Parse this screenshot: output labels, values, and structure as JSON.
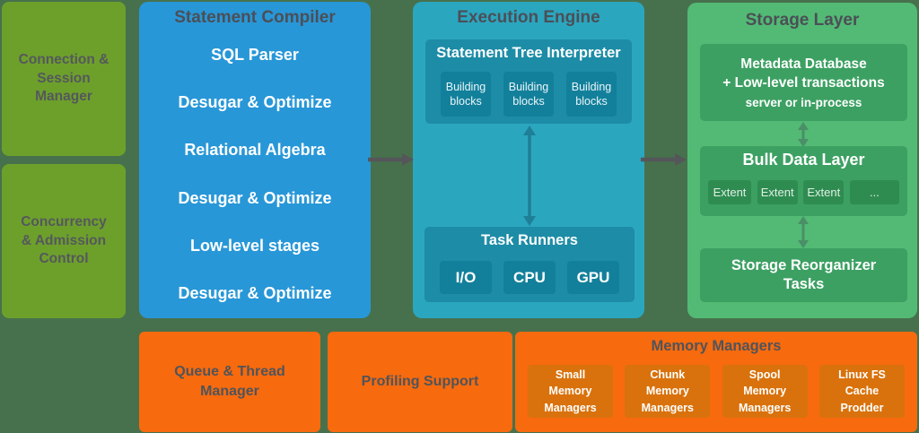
{
  "left_column": {
    "boxes": [
      {
        "label": "Connection & Session Manager"
      },
      {
        "label": "Concurrency & Admission Control"
      }
    ]
  },
  "compiler": {
    "title": "Statement Compiler",
    "stages": [
      "SQL Parser",
      "Desugar & Optimize",
      "Relational Algebra",
      "Desugar & Optimize",
      "Low-level stages",
      "Desugar & Optimize"
    ]
  },
  "engine": {
    "title": "Execution Engine",
    "interpreter": {
      "title": "Statement Tree Interpreter",
      "blocks": [
        "Building blocks",
        "Building blocks",
        "Building blocks"
      ]
    },
    "task_runners": {
      "title": "Task Runners",
      "runners": [
        "I/O",
        "CPU",
        "GPU"
      ]
    }
  },
  "storage": {
    "title": "Storage Layer",
    "metadata": {
      "line1": "Metadata Database",
      "line2": "+ Low-level transactions",
      "subtitle": "server or in-process"
    },
    "bulk": {
      "title": "Bulk Data Layer",
      "extents": [
        "Extent",
        "Extent",
        "Extent",
        "..."
      ]
    },
    "reorganizer": {
      "label": "Storage Reorganizer Tasks"
    }
  },
  "bottom": {
    "queue": "Queue & Thread Manager",
    "profiling": "Profiling Support",
    "memory": {
      "title": "Memory Managers",
      "managers": [
        "Small Memory Managers",
        "Chunk Memory Managers",
        "Spool Memory Managers",
        "Linux FS Cache Prodder"
      ]
    }
  },
  "colors": {
    "background": "#47714d",
    "session_olive": "#6da02b",
    "compiler_blue": "#2897d7",
    "engine_teal": "#2ba6bf",
    "engine_teal_mid": "#1d8ca6",
    "engine_teal_dark": "#13809b",
    "storage_green": "#52ba74",
    "storage_green_mid": "#3ca062",
    "storage_green_dark": "#2f8c51",
    "support_orange": "#f76a0e",
    "support_orange_dark": "#d9720c",
    "heading_gray": "#4b4f57",
    "arrow_gray": "#55565a"
  }
}
